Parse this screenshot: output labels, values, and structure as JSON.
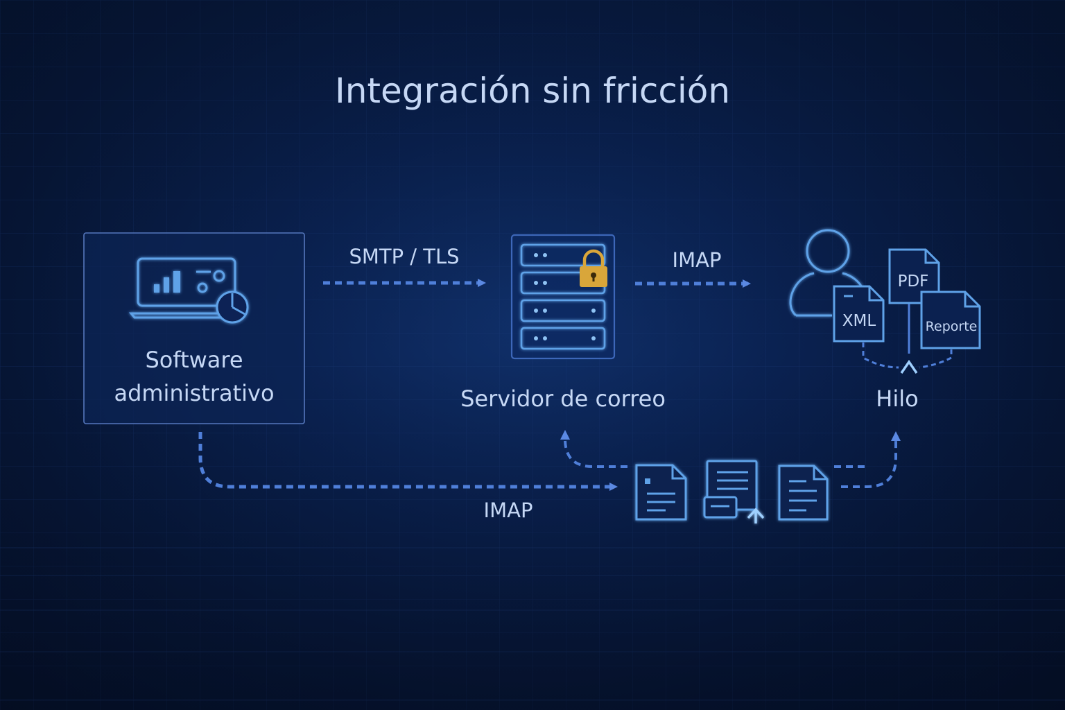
{
  "title": "Integración sin fricción",
  "nodes": {
    "software": {
      "label_line1": "Software",
      "label_line2": "administrativo",
      "icon": "laptop-dashboard-icon"
    },
    "server": {
      "label": "Servidor de correo",
      "icon": "server-rack-lock-icon"
    },
    "thread": {
      "label": "Hilo",
      "icon": "user-documents-icon",
      "documents": [
        "XML",
        "PDF",
        "Reporte"
      ]
    }
  },
  "edges": {
    "software_to_server": "SMTP / TLS",
    "server_to_thread": "IMAP",
    "software_to_documents": "IMAP"
  },
  "colors": {
    "background": "#061532",
    "line": "#4f7fd9",
    "icon_stroke": "#5fa2e8",
    "text": "#c6d8f5",
    "lock": "#d9a63a"
  }
}
